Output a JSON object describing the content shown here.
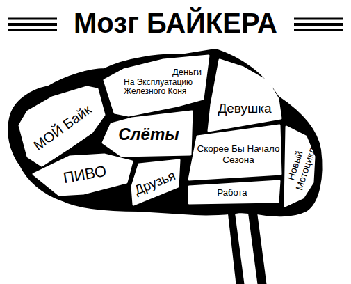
{
  "diagram": {
    "title": "Мозг БАЙКЕРА",
    "nodes": [
      {
        "text": [
          "МОЙ Байк"
        ]
      },
      {
        "text": [
          "Деньги",
          "На Эксплуатацию Железного Коня"
        ]
      },
      {
        "text": [
          "Девушка"
        ]
      },
      {
        "text": [
          "Слёты"
        ]
      },
      {
        "text": [
          "Скорее Бы Начало Сезона"
        ]
      },
      {
        "text": [
          "ПИВО"
        ]
      },
      {
        "text": [
          "Друзья"
        ]
      },
      {
        "text": [
          "Работа"
        ]
      },
      {
        "text": [
          "Новый Мотоцикл"
        ]
      }
    ]
  }
}
